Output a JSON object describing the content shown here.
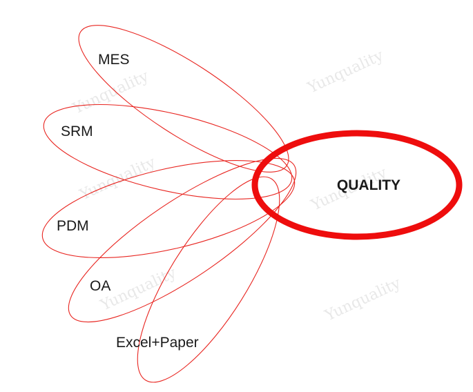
{
  "diagram": {
    "center": {
      "label": "QUALITY",
      "color": "#ee0d0d"
    },
    "petals": [
      {
        "id": "mes",
        "label": "MES"
      },
      {
        "id": "srm",
        "label": "SRM"
      },
      {
        "id": "pdm",
        "label": "PDM"
      },
      {
        "id": "oa",
        "label": "OA"
      },
      {
        "id": "excel",
        "label": "Excel+Paper"
      }
    ],
    "petal_color": "#e8241f",
    "watermark": "Yunquality"
  }
}
